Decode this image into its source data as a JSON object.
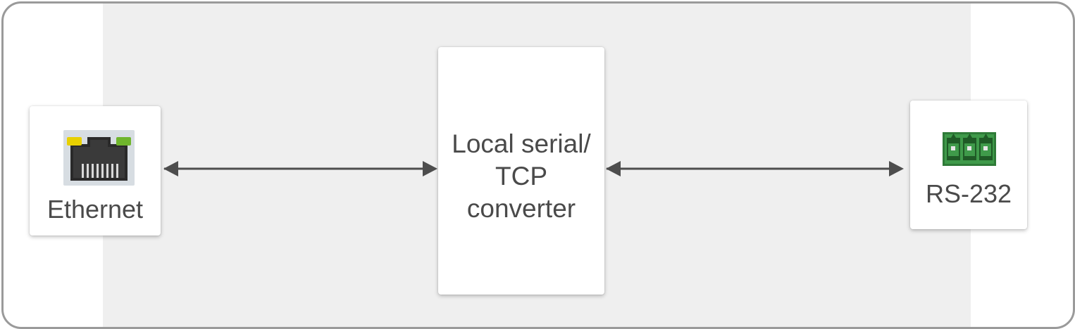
{
  "nodes": {
    "ethernet": {
      "label": "Ethernet",
      "icon": "rj45-port-icon"
    },
    "converter": {
      "label_lines": [
        "Local serial/",
        "TCP",
        "converter"
      ]
    },
    "rs232": {
      "label": "RS-232",
      "icon": "phoenix-connector-icon"
    }
  },
  "connections": [
    {
      "from": "ethernet",
      "to": "converter",
      "direction": "bidirectional"
    },
    {
      "from": "converter",
      "to": "rs232",
      "direction": "bidirectional"
    }
  ],
  "colors": {
    "frame_border": "#9a9a9a",
    "band_background": "#efefef",
    "text": "#4a4a4a",
    "arrow": "#4d4d4d",
    "led_yellow": "#e8d000",
    "led_green": "#6fb52c",
    "connector_green": "#3f9a4a"
  }
}
